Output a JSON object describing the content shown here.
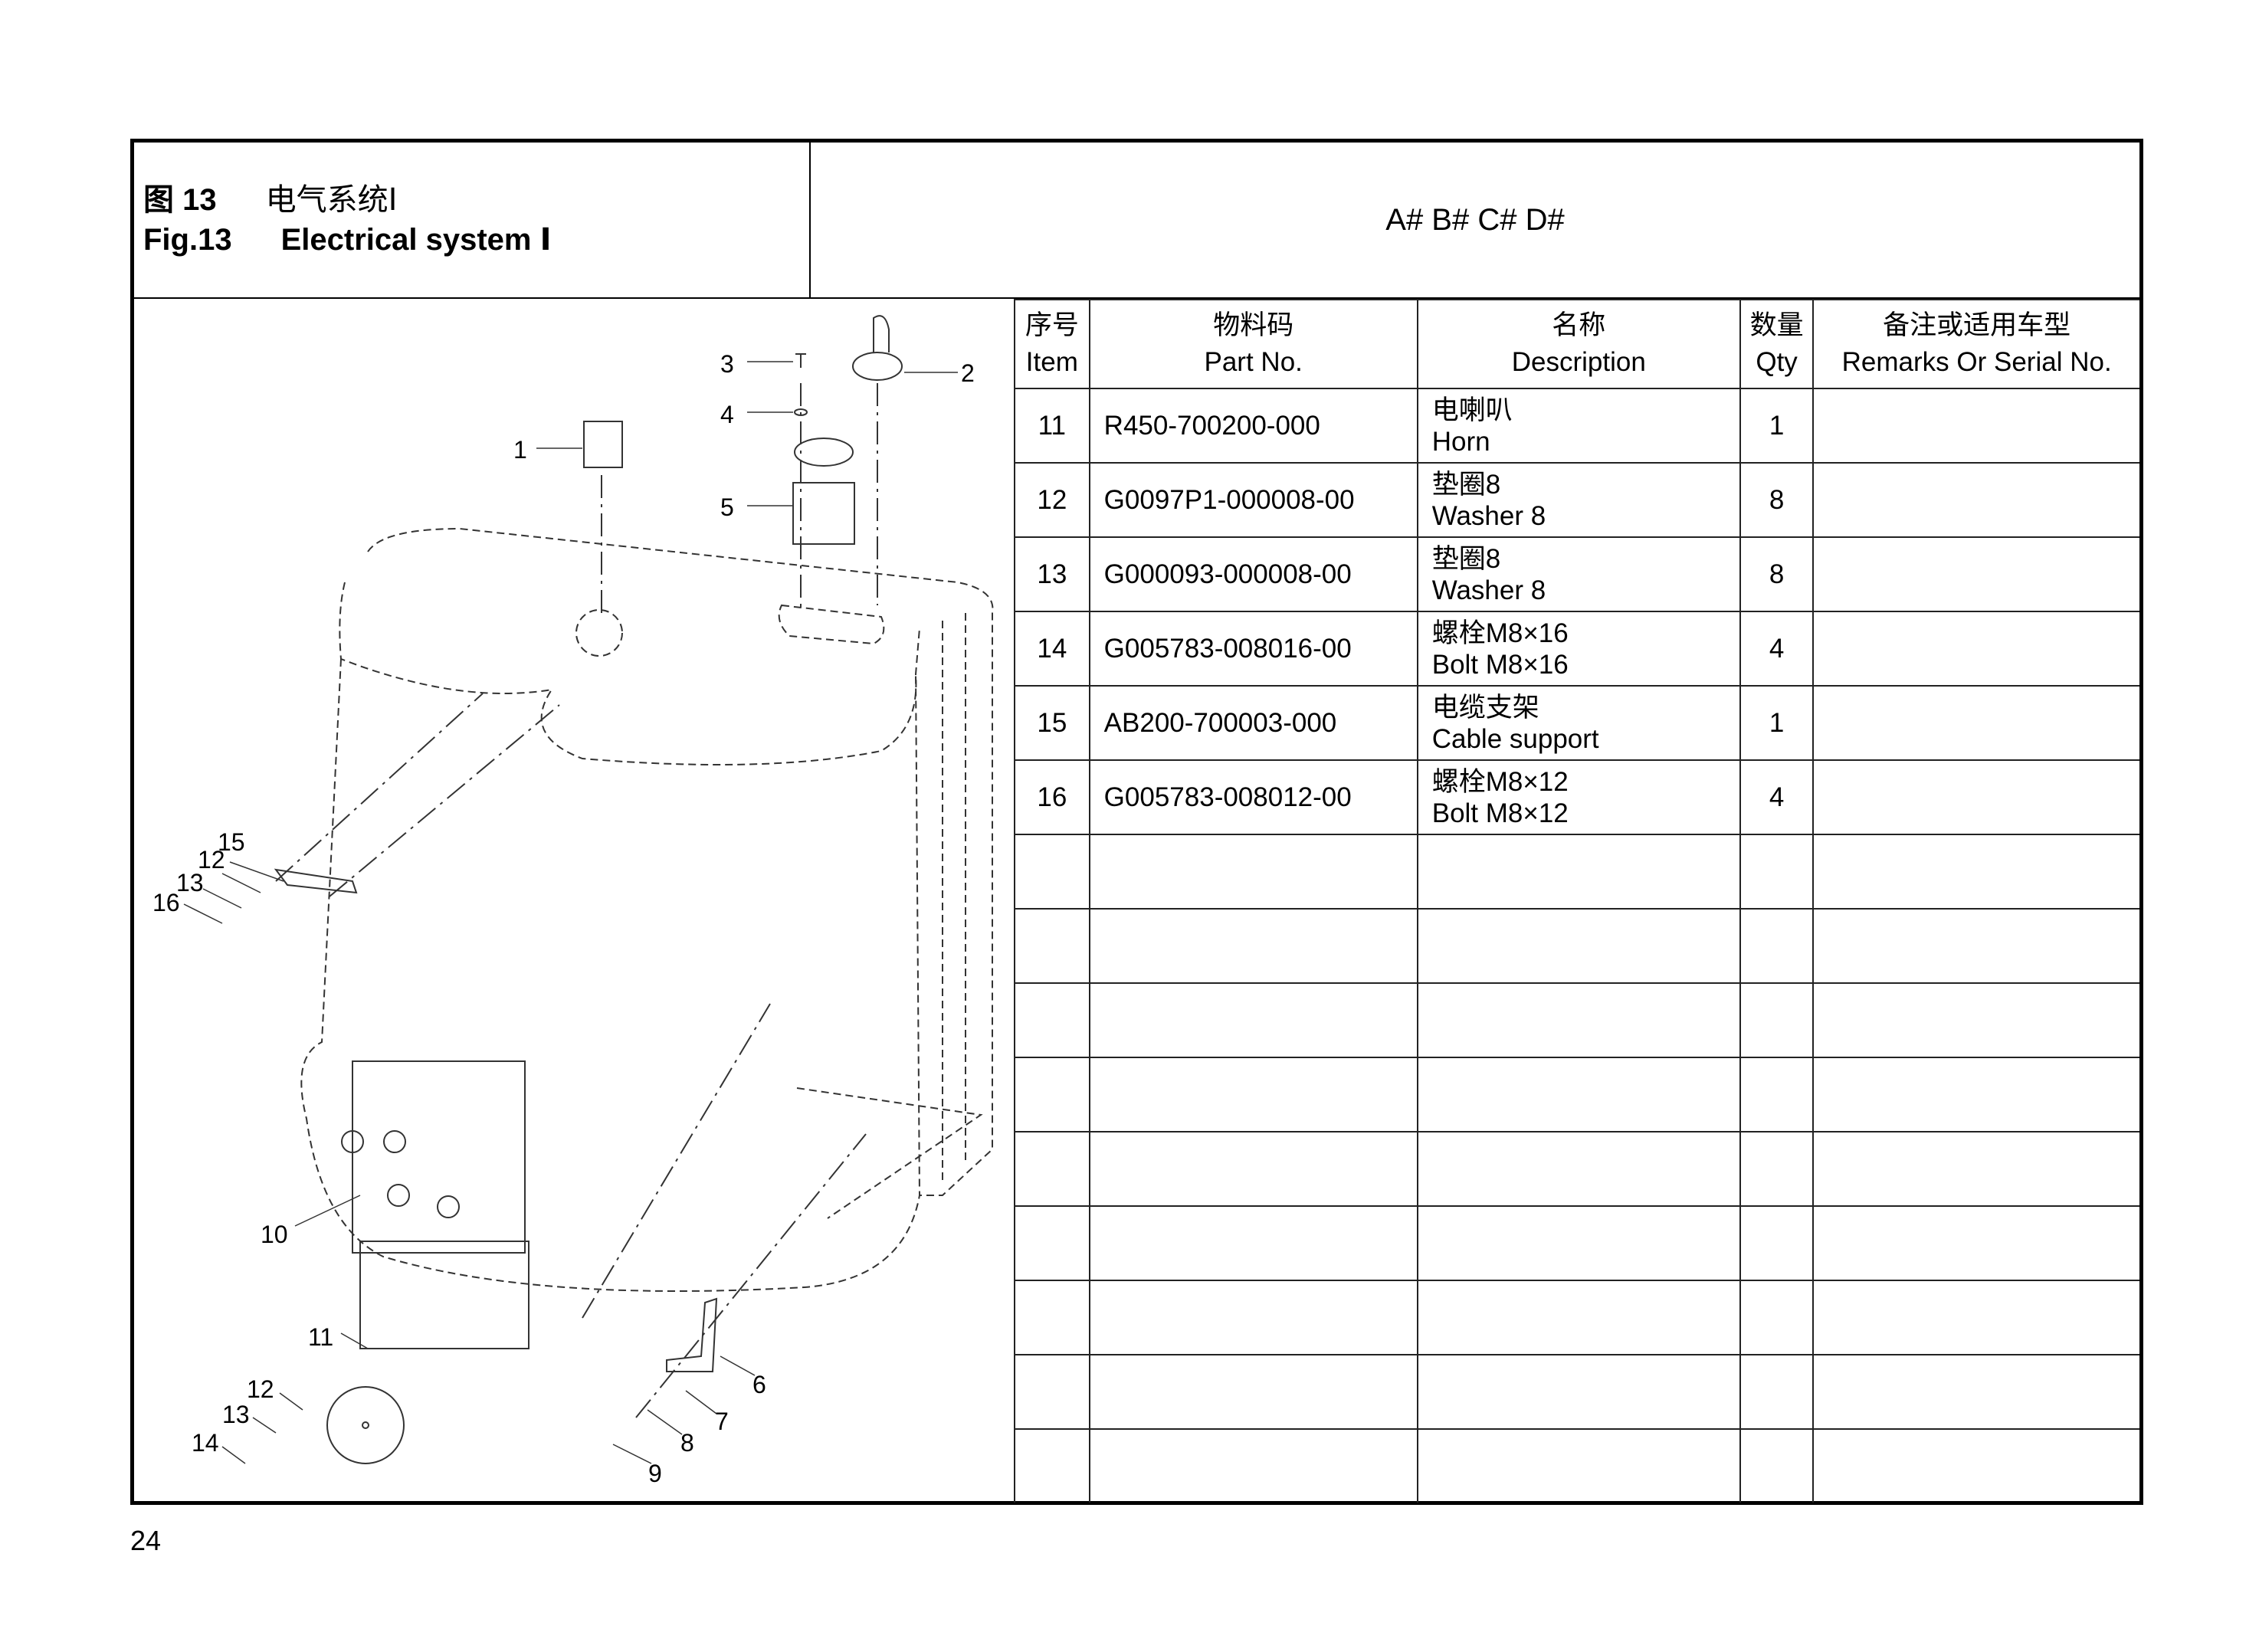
{
  "header": {
    "fig_cn": "图 13",
    "title_cn": "电气系统Ⅰ",
    "fig_en": "Fig.13",
    "title_en": "Electrical system Ⅰ",
    "models": "A# B# C# D#"
  },
  "table": {
    "columns": [
      {
        "cn": "序号",
        "en": "Item"
      },
      {
        "cn": "物料码",
        "en": "Part No."
      },
      {
        "cn": "名称",
        "en": "Description"
      },
      {
        "cn": "数量",
        "en": "Qty"
      },
      {
        "cn": "备注或适用车型",
        "en": "Remarks Or Serial No."
      }
    ],
    "rows": [
      {
        "item": "11",
        "part": "R450-700200-000",
        "cn": "电喇叭",
        "en": "Horn",
        "qty": "1",
        "remarks": ""
      },
      {
        "item": "12",
        "part": "G0097P1-000008-00",
        "cn": "垫圈8",
        "en": "Washer 8",
        "qty": "8",
        "remarks": ""
      },
      {
        "item": "13",
        "part": "G000093-000008-00",
        "cn": "垫圈8",
        "en": "Washer 8",
        "qty": "8",
        "remarks": ""
      },
      {
        "item": "14",
        "part": "G005783-008016-00",
        "cn": "螺栓M8×16",
        "en": "Bolt M8×16",
        "qty": "4",
        "remarks": ""
      },
      {
        "item": "15",
        "part": "AB200-700003-000",
        "cn": "电缆支架",
        "en": "Cable support",
        "qty": "1",
        "remarks": ""
      },
      {
        "item": "16",
        "part": "G005783-008012-00",
        "cn": "螺栓M8×12",
        "en": "Bolt M8×12",
        "qty": "4",
        "remarks": ""
      }
    ],
    "empty_rows": 9
  },
  "callouts": [
    "1",
    "2",
    "3",
    "4",
    "5",
    "6",
    "7",
    "8",
    "9",
    "10",
    "11",
    "12",
    "13",
    "14",
    "15",
    "16"
  ],
  "page_number": "24"
}
